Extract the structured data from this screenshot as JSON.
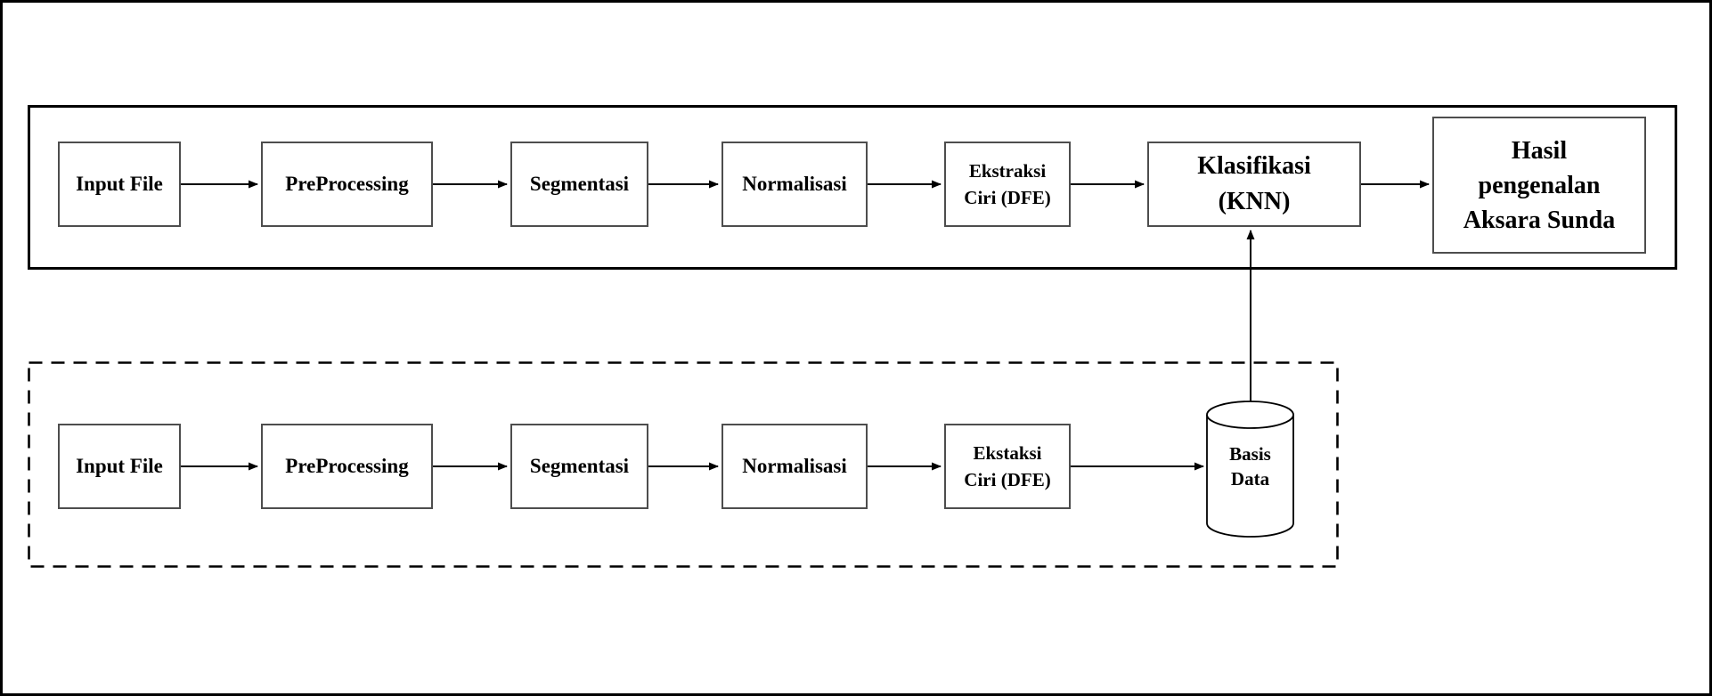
{
  "diagram": {
    "top_flow": {
      "boxes": [
        {
          "label": "Input File"
        },
        {
          "label": "PreProcessing"
        },
        {
          "label": "Segmentasi"
        },
        {
          "label": "Normalisasi"
        },
        {
          "label": "Ekstraksi\nCiri (DFE)"
        },
        {
          "label": "Klasifikasi\n(KNN)"
        },
        {
          "label": "Hasil\npengenalan\nAksara Sunda"
        }
      ]
    },
    "bottom_flow": {
      "boxes": [
        {
          "label": "Input File"
        },
        {
          "label": "PreProcessing"
        },
        {
          "label": "Segmentasi"
        },
        {
          "label": "Normalisasi"
        },
        {
          "label": "Ekstaksi\nCiri (DFE)"
        }
      ],
      "database": {
        "label": "Basis\nData"
      }
    },
    "colors": {
      "line": "#000000",
      "box_border": "#4d4d4d",
      "background": "#ffffff",
      "text": "#000000"
    }
  }
}
